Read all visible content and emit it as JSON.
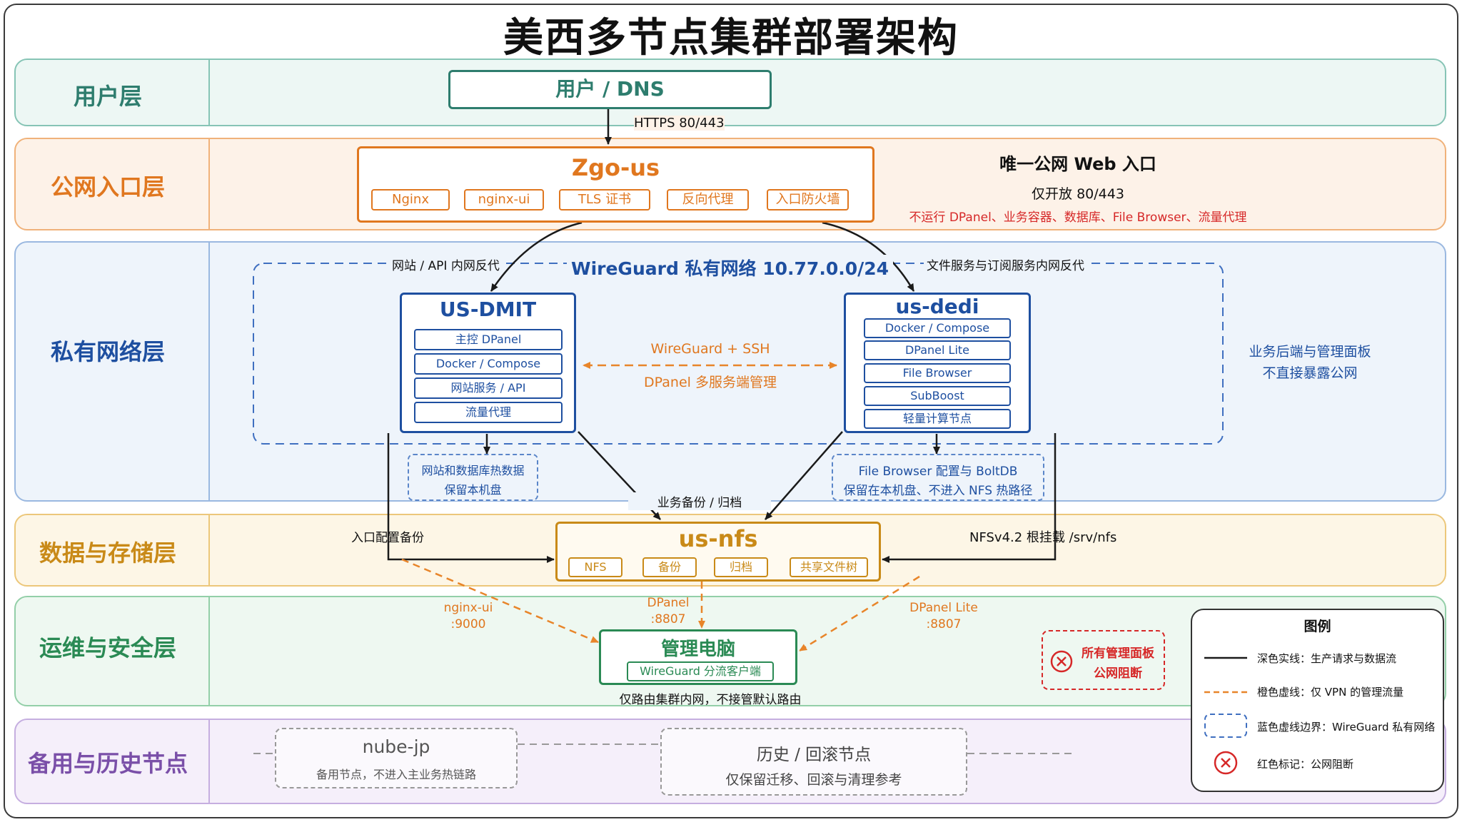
{
  "title": "美西多节点集群部署架构",
  "layers": {
    "user": "用户层",
    "public": "公网入口层",
    "private": "私有网络层",
    "data": "数据与存储层",
    "ops": "运维与安全层",
    "backup": "备用与历史节点"
  },
  "user_node": {
    "title": "用户 / DNS",
    "edge_label": "HTTPS 80/443"
  },
  "zgo": {
    "title": "Zgo-us",
    "chips": [
      "Nginx",
      "nginx-ui",
      "TLS 证书",
      "反向代理",
      "入口防火墙"
    ],
    "note_title": "唯一公网  Web 入口",
    "note_line": "仅开放 80/443",
    "note_red": "不运行 DPanel、业务容器、数据库、File Browser、流量代理"
  },
  "wireguard": {
    "title": "WireGuard 私有网络   10.77.0.0/24",
    "left_label": "网站 / API 内网反代",
    "right_label": "文件服务与订阅服务内网反代"
  },
  "dmit": {
    "title": "US-DMIT",
    "chips": [
      "主控 DPanel",
      "Docker / Compose",
      "网站服务 / API",
      "流量代理"
    ],
    "note_lines": [
      "网站和数据库热数据",
      "保留本机盘"
    ]
  },
  "dedi": {
    "title": "us-dedi",
    "chips": [
      "Docker / Compose",
      "DPanel Lite",
      "File Browser",
      "SubBoost",
      "轻量计算节点"
    ],
    "note_lines": [
      "File Browser 配置与 BoltDB",
      "保留在本机盘、不进入 NFS 热路径"
    ]
  },
  "mid_link": {
    "top": "WireGuard + SSH",
    "bottom": "DPanel 多服务端管理"
  },
  "side_note": [
    "业务后端与管理面板",
    "不直接暴露公网"
  ],
  "nfs": {
    "title": "us-nfs",
    "chips": [
      "NFS",
      "备份",
      "归档",
      "共享文件树"
    ],
    "label_backup": "业务备份 / 归档",
    "label_entry": "入口配置备份",
    "label_mount": "NFSv4.2 根挂载 /srv/nfs"
  },
  "ops": {
    "title": "管理电脑",
    "chip": "WireGuard 分流客户端",
    "caption": "仅路由集群内网，不接管默认路由",
    "port_left": [
      "nginx-ui",
      ":9000"
    ],
    "port_mid": [
      "DPanel",
      ":8807"
    ],
    "port_right": [
      "DPanel Lite",
      ":8807"
    ],
    "blocked": [
      "所有管理面板",
      "公网阻断"
    ]
  },
  "legend": {
    "title": "图例",
    "items": [
      "深色实线：生产请求与数据流",
      "橙色虚线：仅 VPN 的管理流量",
      "蓝色虚线边界：WireGuard 私有网络",
      "红色标记：公网阻断"
    ]
  },
  "backup": {
    "nube_title": "nube-jp",
    "nube_sub": "备用节点，不进入主业务热链路",
    "hist_title": "历史 / 回滚节点",
    "hist_sub": "仅保留迁移、回滚与清理参考"
  },
  "colors": {
    "user": "#2e7d6e",
    "public": "#e0771f",
    "private": "#1e4fa0",
    "data": "#c98a18",
    "ops": "#2a8a54",
    "backup": "#7a4fa8",
    "vpn": "#e8852a",
    "blocked": "#d62828"
  }
}
